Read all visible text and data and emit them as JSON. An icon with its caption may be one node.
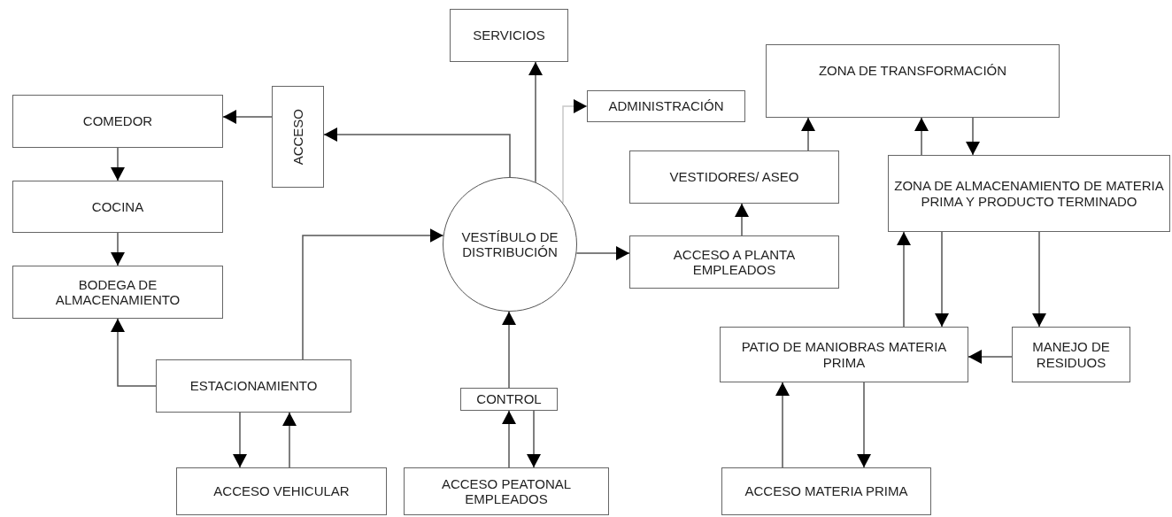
{
  "diagram": {
    "nodes": [
      {
        "text": [
          "SERVICIOS"
        ]
      },
      {
        "text": [
          "ADMINISTRACIÓN"
        ]
      },
      {
        "text": [
          "ZONA DE TRANSFORMACIÓN"
        ]
      },
      {
        "text": [
          "ACCESO"
        ]
      },
      {
        "text": [
          "COMEDOR"
        ]
      },
      {
        "text": [
          "VESTIDORES/ ASEO"
        ]
      },
      {
        "text": [
          "ZONA DE ALMACENAMIENTO DE MATERIA PRIMA Y PRODUCTO TERMINADO"
        ]
      },
      {
        "text": [
          "COCINA"
        ]
      },
      {
        "text": [
          "VESTÍBULO DE DISTRIBUCIÓN"
        ]
      },
      {
        "text": [
          "ACCESO A PLANTA EMPLEADOS"
        ]
      },
      {
        "text": [
          "BODEGA DE ALMACENAMIENTO"
        ]
      },
      {
        "text": [
          "ESTACIONAMIENTO"
        ]
      },
      {
        "text": [
          "PATIO DE MANIOBRAS MATERIA PRIMA"
        ]
      },
      {
        "text": [
          "MANEJO DE RESIDUOS"
        ]
      },
      {
        "text": [
          "CONTROL"
        ]
      },
      {
        "text": [
          "ACCESO VEHICULAR"
        ]
      },
      {
        "text": [
          "ACCESO PEATONAL EMPLEADOS"
        ]
      },
      {
        "text": [
          "ACCESO MATERIA PRIMA"
        ]
      }
    ],
    "edges": [
      {
        "from": 8,
        "to": 0,
        "arrow": "to"
      },
      {
        "from": 8,
        "to": 1,
        "arrow": "to",
        "color": "#c8c8c8"
      },
      {
        "from": 8,
        "to": 3,
        "arrow": "to"
      },
      {
        "from": 3,
        "to": 4,
        "arrow": "to"
      },
      {
        "from": 4,
        "to": 7,
        "arrow": "to"
      },
      {
        "from": 7,
        "to": 10,
        "arrow": "to"
      },
      {
        "from": 11,
        "to": 10,
        "arrow": "to"
      },
      {
        "from": 11,
        "to": 8,
        "arrow": "to"
      },
      {
        "from": 11,
        "to": 15,
        "arrow": "to"
      },
      {
        "from": 15,
        "to": 11,
        "arrow": "to"
      },
      {
        "from": 14,
        "to": 8,
        "arrow": "to"
      },
      {
        "from": 16,
        "to": 14,
        "arrow": "to"
      },
      {
        "from": 14,
        "to": 16,
        "arrow": "to"
      },
      {
        "from": 8,
        "to": 9,
        "arrow": "to"
      },
      {
        "from": 9,
        "to": 5,
        "arrow": "to"
      },
      {
        "from": 5,
        "to": 2,
        "arrow": "to"
      },
      {
        "from": 6,
        "to": 2,
        "arrow": "to"
      },
      {
        "from": 2,
        "to": 6,
        "arrow": "to"
      },
      {
        "from": 12,
        "to": 6,
        "arrow": "to"
      },
      {
        "from": 6,
        "to": 12,
        "arrow": "to"
      },
      {
        "from": 6,
        "to": 13,
        "arrow": "to"
      },
      {
        "from": 13,
        "to": 12,
        "arrow": "to"
      },
      {
        "from": 12,
        "to": 17,
        "arrow": "to"
      },
      {
        "from": 17,
        "to": 12,
        "arrow": "to"
      }
    ]
  }
}
